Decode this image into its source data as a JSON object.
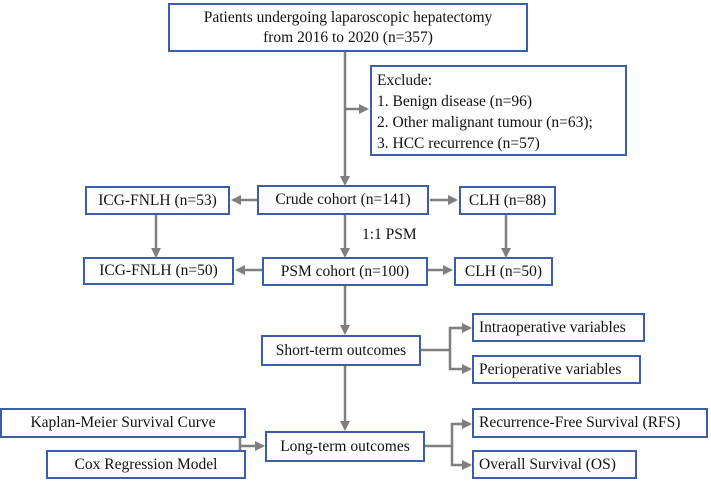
{
  "patients": {
    "line1": "Patients undergoing laparoscopic hepatectomy",
    "line2": "from 2016 to 2020 (n=357)"
  },
  "exclude": {
    "title": "Exclude:",
    "items": [
      "1. Benign disease (n=96)",
      "2. Other malignant tumour (n=63);",
      "3. HCC recurrence (n=57)"
    ]
  },
  "crude": {
    "center": "Crude cohort (n=141)",
    "left": "ICG-FNLH (n=53)",
    "right": "CLH (n=88)"
  },
  "psm_label": "1:1 PSM",
  "psm": {
    "center": "PSM cohort (n=100)",
    "left": "ICG-FNLH (n=50)",
    "right": "CLH (n=50)"
  },
  "short_term": {
    "center": "Short-term outcomes",
    "outputs": [
      "Intraoperative variables",
      "Perioperative variables"
    ]
  },
  "long_term": {
    "center": "Long-term outcomes",
    "inputs": [
      "Kaplan-Meier Survival Curve",
      "Cox Regression Model"
    ],
    "outputs": [
      "Recurrence-Free Survival (RFS)",
      "Overall Survival (OS)"
    ]
  },
  "colors": {
    "box_border": "#3a5ea8",
    "arrow": "#7f7f7f",
    "text": "#111111"
  }
}
